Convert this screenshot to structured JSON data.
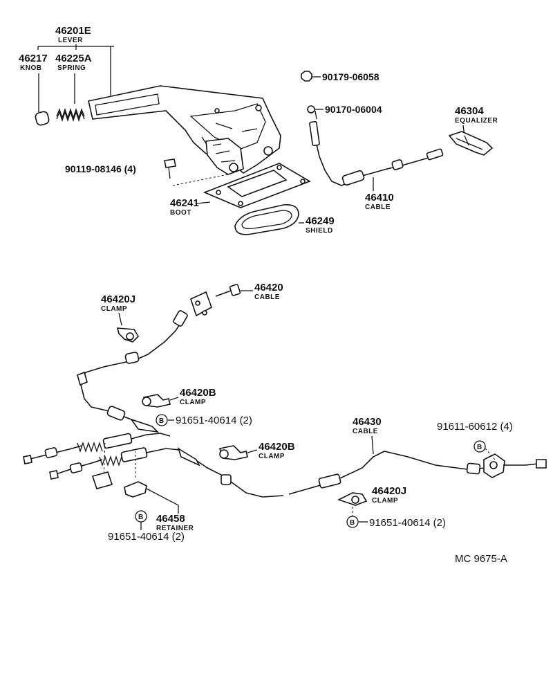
{
  "parts": {
    "lever": {
      "number": "46201E",
      "name": "LEVER"
    },
    "knob": {
      "number": "46217",
      "name": "KNOB"
    },
    "spring": {
      "number": "46225A",
      "name": "SPRING"
    },
    "nut": {
      "number": "90179-06058"
    },
    "washer": {
      "number": "90170-06004"
    },
    "equalizer": {
      "number": "46304",
      "name": "EQUALIZER"
    },
    "bolt_lever": {
      "number": "90119-08146 (4)"
    },
    "boot": {
      "number": "46241",
      "name": "BOOT"
    },
    "front_cable": {
      "number": "46410",
      "name": "CABLE"
    },
    "shield": {
      "number": "46249",
      "name": "SHIELD"
    },
    "cable_46420": {
      "number": "46420",
      "name": "CABLE"
    },
    "clamp_j_upper": {
      "number": "46420J",
      "name": "CLAMP"
    },
    "clamp_b_upper": {
      "number": "46420B",
      "name": "CLAMP"
    },
    "bolt_upper": {
      "number": "91651-40614 (2)",
      "badge": "B"
    },
    "cable_46430": {
      "number": "46430",
      "name": "CABLE"
    },
    "bolt_right": {
      "number": "91611-60612 (4)",
      "badge": "B"
    },
    "clamp_b_mid": {
      "number": "46420B",
      "name": "CLAMP"
    },
    "clamp_j_lower": {
      "number": "46420J",
      "name": "CLAMP"
    },
    "bolt_lower_right": {
      "number": "91651-40614 (2)",
      "badge": "B"
    },
    "retainer": {
      "number": "46458",
      "name": "RETAINER"
    },
    "bolt_lower_left": {
      "number": "91651-40614 (2)",
      "badge": "B"
    }
  },
  "footer": {
    "code": "MC 9675-A"
  }
}
